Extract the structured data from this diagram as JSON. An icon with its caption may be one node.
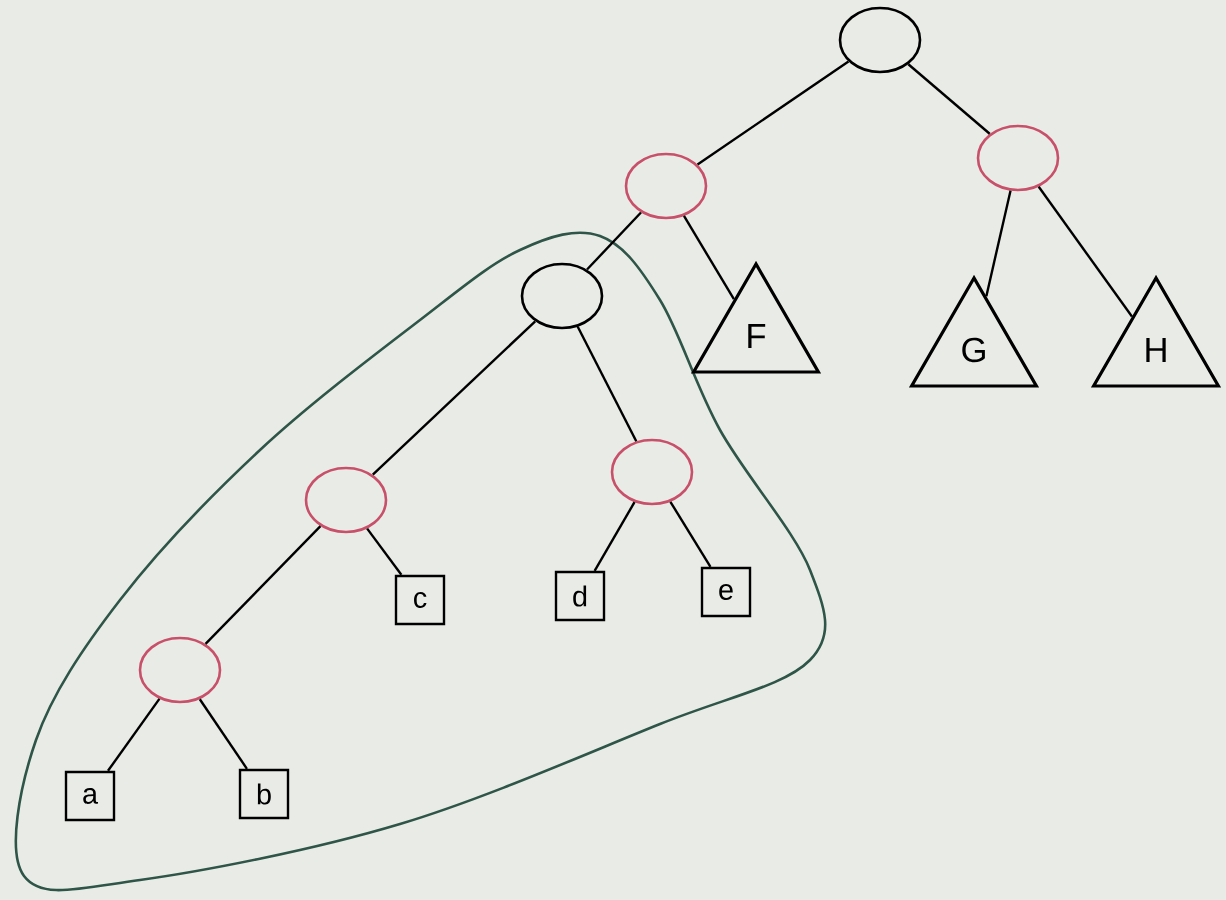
{
  "diagram": {
    "nodes": [
      {
        "text": [],
        "shape": "circle"
      },
      {
        "text": [],
        "shape": "circle"
      },
      {
        "text": [],
        "shape": "circle"
      },
      {
        "text": [],
        "shape": "circle"
      },
      {
        "text": [
          "F"
        ]
      },
      {
        "text": [
          "G"
        ]
      },
      {
        "text": [
          "H"
        ]
      },
      {
        "text": [],
        "shape": "circle"
      },
      {
        "text": [],
        "shape": "circle"
      },
      {
        "text": [
          "c"
        ]
      },
      {
        "text": [
          "d"
        ]
      },
      {
        "text": [
          "e"
        ]
      },
      {
        "text": [],
        "shape": "circle"
      },
      {
        "text": [
          "a"
        ]
      },
      {
        "text": [
          "b"
        ]
      }
    ],
    "edges": [
      {
        "from": 0,
        "to": 1,
        "arrow": "none"
      },
      {
        "from": 0,
        "to": 2,
        "arrow": "none"
      },
      {
        "from": 1,
        "to": 3,
        "arrow": "none"
      },
      {
        "from": 1,
        "to": 4,
        "arrow": "none"
      },
      {
        "from": 2,
        "to": 5,
        "arrow": "none"
      },
      {
        "from": 2,
        "to": 6,
        "arrow": "none"
      },
      {
        "from": 3,
        "to": 7,
        "arrow": "none"
      },
      {
        "from": 3,
        "to": 8,
        "arrow": "none"
      },
      {
        "from": 7,
        "to": 12,
        "arrow": "none"
      },
      {
        "from": 7,
        "to": 9,
        "arrow": "none"
      },
      {
        "from": 8,
        "to": 10,
        "arrow": "none"
      },
      {
        "from": 8,
        "to": 11,
        "arrow": "none"
      },
      {
        "from": 12,
        "to": 13,
        "arrow": "none"
      },
      {
        "from": 12,
        "to": 14,
        "arrow": "none"
      }
    ]
  }
}
